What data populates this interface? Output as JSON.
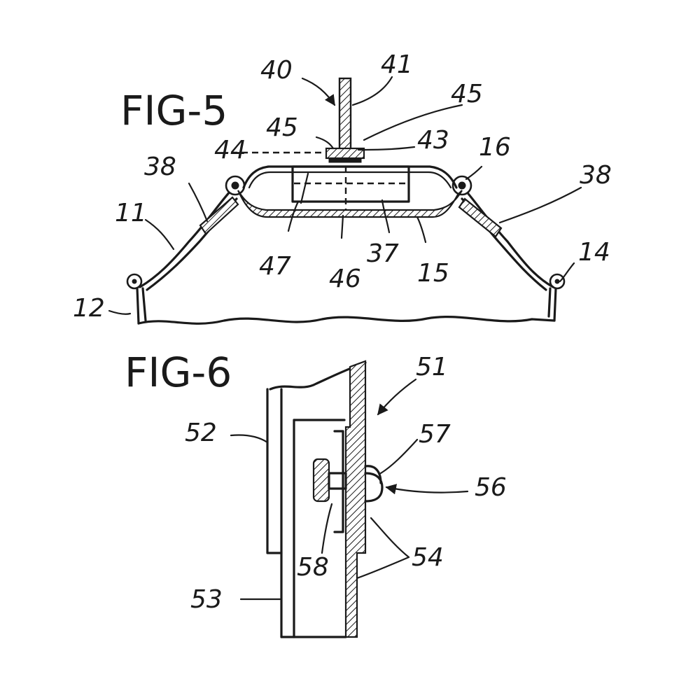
{
  "figures": [
    {
      "id": "fig5",
      "title": "FIG-5",
      "reference_numerals": [
        "40",
        "41",
        "45",
        "45",
        "44",
        "43",
        "16",
        "38",
        "38",
        "11",
        "47",
        "46",
        "37",
        "15",
        "14",
        "12"
      ]
    },
    {
      "id": "fig6",
      "title": "FIG-6",
      "reference_numerals": [
        "51",
        "52",
        "57",
        "56",
        "58",
        "54",
        "53"
      ]
    }
  ],
  "colors": {
    "ink": "#1a1a1a",
    "paper": "#ffffff"
  }
}
